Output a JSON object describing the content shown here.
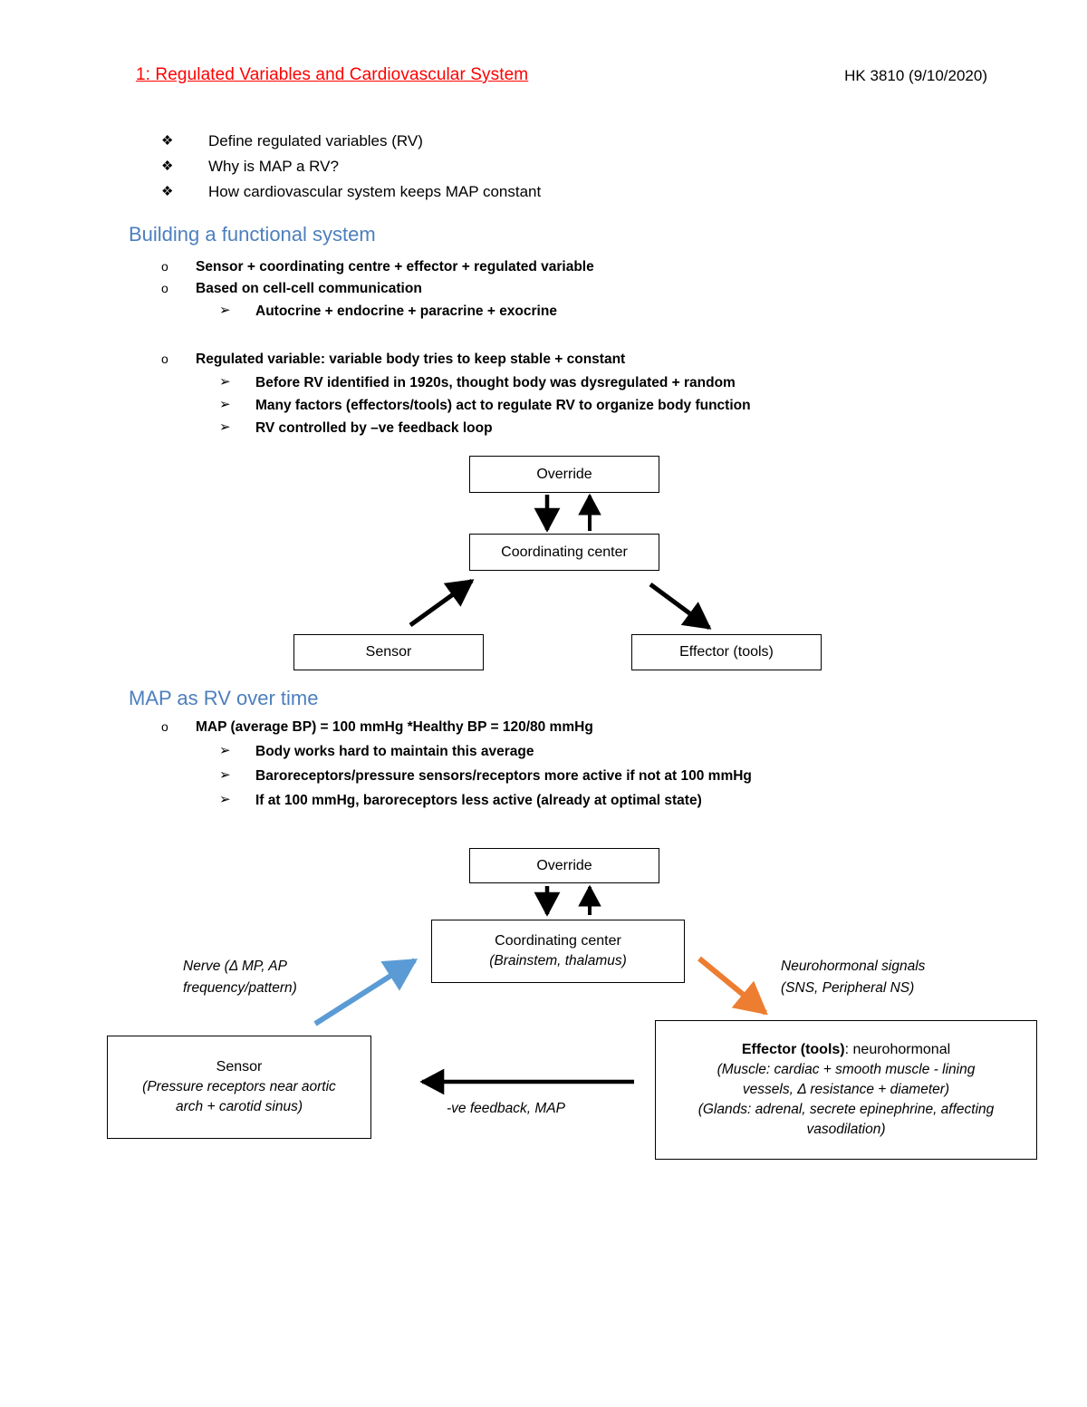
{
  "header": {
    "title": "1: Regulated Variables and Cardiovascular System ",
    "course": "HK 3810 (9/10/2020)",
    "title_color": "#FF0000"
  },
  "intro_bullets": {
    "bullet_glyph": "❖",
    "items": [
      "Define regulated variables (RV)",
      "Why is MAP a RV?",
      "How cardiovascular system keeps MAP constant"
    ]
  },
  "section1": {
    "heading": "Building a functional system",
    "heading_color": "#4C7FBE",
    "bullet_glyph_o": "o",
    "bullet_glyph_arrow": "➢",
    "items": [
      "Sensor + coordinating centre + effector + regulated variable",
      "Based on cell-cell communication"
    ],
    "sub_items": [
      "Autocrine + endocrine + paracrine + exocrine"
    ],
    "rv_item": "Regulated variable: variable body tries to keep stable + constant",
    "rv_sub_items": [
      "Before RV identified in 1920s, thought body was dysregulated + random",
      "Many factors (effectors/tools) act to regulate RV to organize body function",
      "RV controlled by –ve feedback loop"
    ]
  },
  "diagram1": {
    "override": "Override",
    "coordinating_center": "Coordinating center",
    "sensor": "Sensor",
    "effector": "Effector (tools)"
  },
  "section2": {
    "heading": "MAP as RV over time",
    "heading_color": "#4C7FBE",
    "item": "MAP (average BP) = 100 mmHg *Healthy BP = 120/80 mmHg",
    "sub_items": [
      "Body works hard to maintain this average",
      "Baroreceptors/pressure sensors/receptors more active if not at 100 mmHg",
      "If at 100 mmHg, baroreceptors less active (already at optimal state)"
    ]
  },
  "diagram2": {
    "override": "Override",
    "coordinating_center_title": "Coordinating center",
    "coordinating_center_sub": "(Brainstem, thalamus)",
    "nerve_label_line1": "Nerve (Δ MP, AP",
    "nerve_label_line2": "frequency/pattern)",
    "neurohormonal_label_line1": "Neurohormonal signals",
    "neurohormonal_label_line2": "(SNS, Peripheral NS)",
    "sensor_title": "Sensor",
    "sensor_sub_line1": "(Pressure receptors near aortic",
    "sensor_sub_line2": "arch + carotid sinus)",
    "effector_title_bold_a": "Effector (tools)",
    "effector_title_rest": ": neurohormonal",
    "effector_sub_line1": "(Muscle: cardiac + smooth muscle - lining",
    "effector_sub_line2": "vessels, Δ resistance + diameter)",
    "effector_sub_line3": "(Glands: adrenal, secrete epinephrine, affecting",
    "effector_sub_line4": "vasodilation)",
    "feedback_label": "-ve feedback, MAP",
    "arrow_blue_color": "#5B9BD5",
    "arrow_orange_color": "#ED7D31",
    "arrow_black_color": "#000000"
  }
}
